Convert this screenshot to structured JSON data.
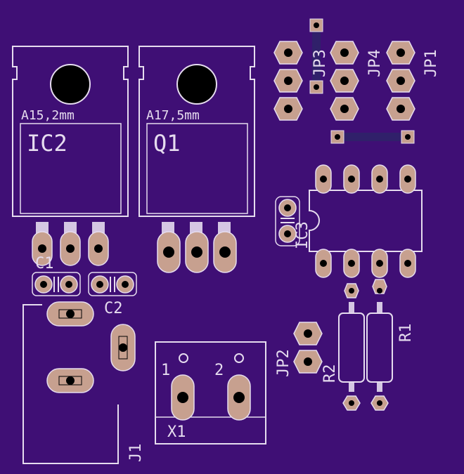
{
  "board": {
    "background_color": "#3f0f75",
    "silkscreen_color": "#e6dcef",
    "pad_color": "#c7a08f",
    "hole_color": "#000000",
    "trace_color": "#30206a"
  },
  "labels": {
    "ic2": "IC2",
    "ic2_value": "A15,2mm",
    "q1": "Q1",
    "q1_value": "A17,5mm",
    "c1": "C1",
    "c2": "C2",
    "j1": "J1",
    "x1": "X1",
    "x1_pin1": "1",
    "x1_pin2": "2",
    "jp1": "JP1",
    "jp2": "JP2",
    "jp3": "JP3",
    "jp4": "JP4",
    "r1": "R1",
    "r2": "R2",
    "ic3": "IC3"
  }
}
